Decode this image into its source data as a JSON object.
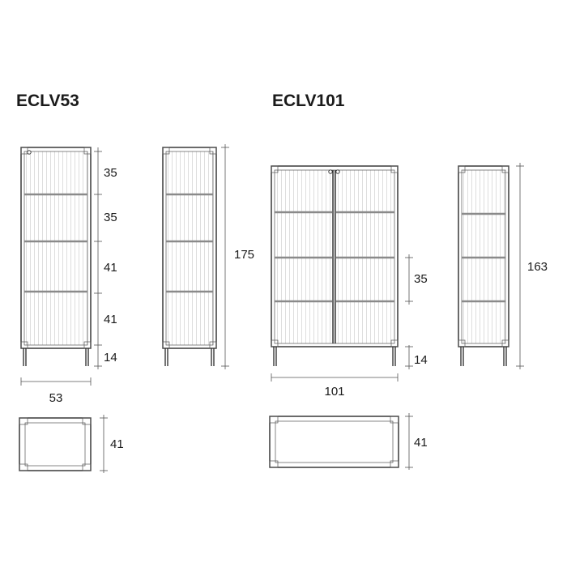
{
  "models": [
    {
      "title": "ECLV53",
      "width_label": "53",
      "depth_label": "41",
      "total_height_label": "175",
      "section_labels": [
        "35",
        "35",
        "41",
        "41",
        "14"
      ]
    },
    {
      "title": "ECLV101",
      "width_label": "101",
      "depth_label": "41",
      "total_height_label": "163",
      "section_labels": [
        "35",
        "14"
      ]
    }
  ]
}
